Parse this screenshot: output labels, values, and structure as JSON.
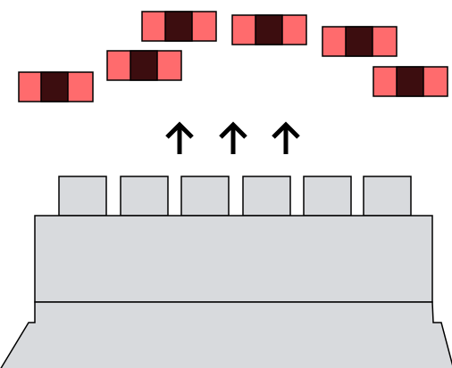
{
  "colors": {
    "background": "#ffffff",
    "outline": "#000000",
    "machine_fill": "#d8dadd",
    "part_side": "#ff6b6d",
    "part_core": "#3c0d0f",
    "arrow": "#000000"
  },
  "parts": {
    "count": 6,
    "items": [
      {
        "name": "part-1"
      },
      {
        "name": "part-2"
      },
      {
        "name": "part-3"
      },
      {
        "name": "part-4"
      },
      {
        "name": "part-5"
      },
      {
        "name": "part-6"
      }
    ]
  },
  "arrows": {
    "count": 3,
    "direction": "up"
  },
  "machine": {
    "pins": 6
  }
}
